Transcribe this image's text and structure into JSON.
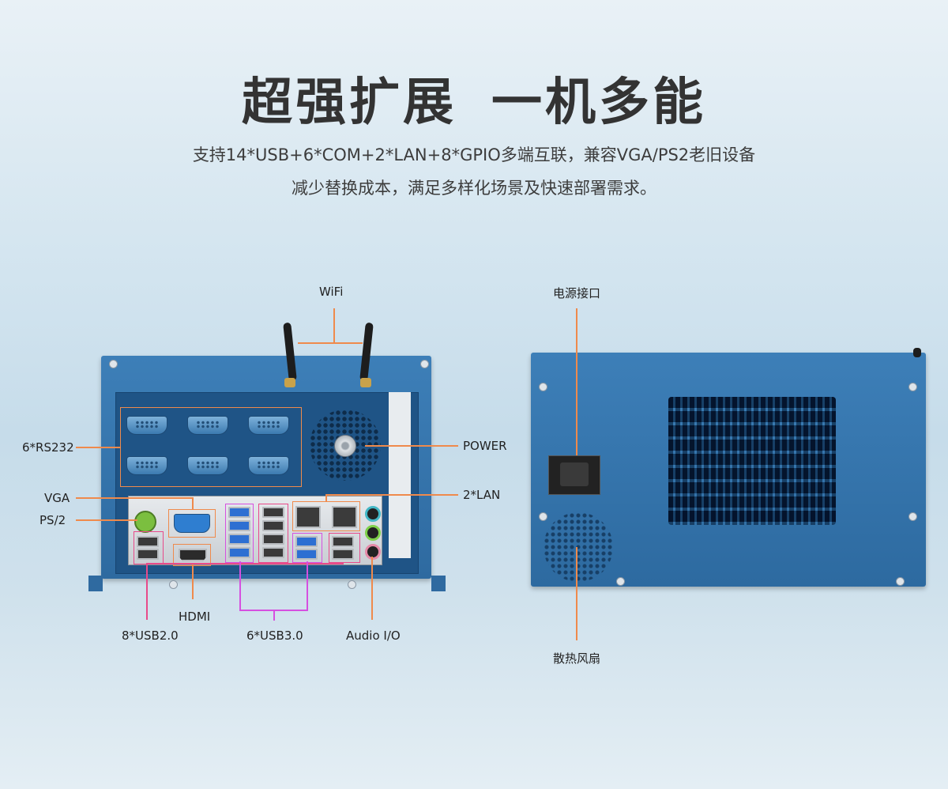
{
  "headline": {
    "part1": "超强扩展",
    "part2": "一机多能"
  },
  "subtitle": {
    "line1": "支持14*USB+6*COM+2*LAN+8*GPIO多端互联，兼容VGA/PS2老旧设备",
    "line2": "减少替换成本，满足多样化场景及快速部署需求。"
  },
  "labels": {
    "wifi": "WiFi",
    "rs232": "6*RS232",
    "power": "POWER",
    "vga": "VGA",
    "lan": "2*LAN",
    "ps2": "PS/2",
    "hdmi": "HDMI",
    "usb2": "8*USB2.0",
    "usb3": "6*USB3.0",
    "audio": "Audio I/O",
    "power_port": "电源接口",
    "fan": "散热风扇"
  },
  "colors": {
    "accent_orange": "#ef8a4c",
    "accent_pink": "#e84a8a",
    "accent_magenta": "#d650e0",
    "chassis_blue": "#3574ad"
  }
}
